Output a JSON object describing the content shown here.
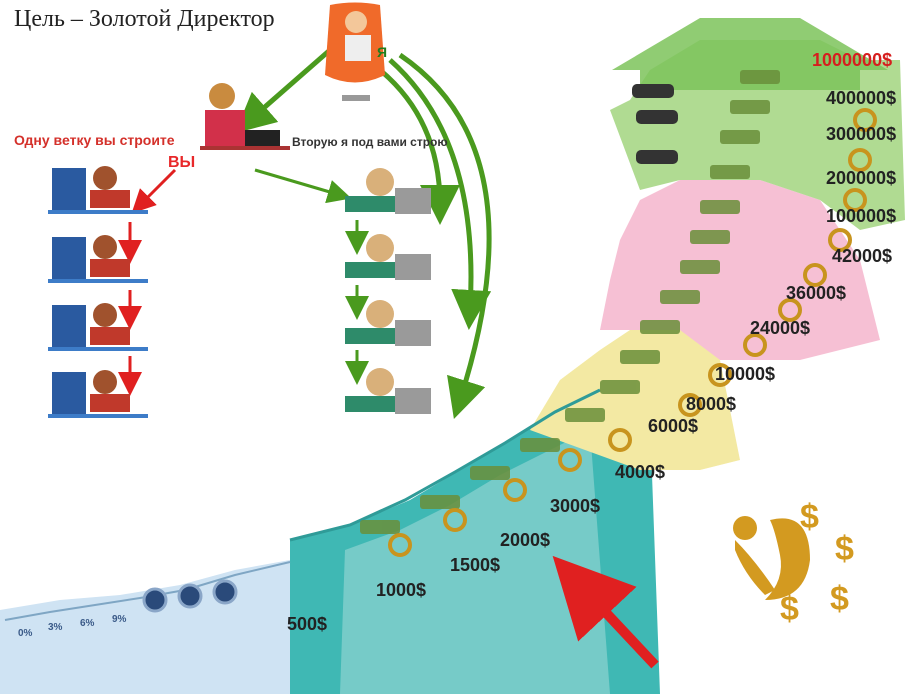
{
  "title": "Цель – Золотой Директор",
  "labels": {
    "left_branch": "Одну ветку вы строите",
    "right_branch": "Вторую я под вами строю",
    "you": "ВЫ",
    "me": "Я"
  },
  "steps": [
    {
      "amount": "500$"
    },
    {
      "amount": "1000$"
    },
    {
      "amount": "1500$"
    },
    {
      "amount": "2000$"
    },
    {
      "amount": "3000$"
    },
    {
      "amount": "4000$"
    },
    {
      "amount": "6000$"
    },
    {
      "amount": "8000$"
    },
    {
      "amount": "10000$"
    },
    {
      "amount": "24000$"
    },
    {
      "amount": "36000$"
    },
    {
      "amount": "42000$"
    },
    {
      "amount": "100000$"
    },
    {
      "amount": "200000$"
    },
    {
      "amount": "300000$"
    },
    {
      "amount": "400000$"
    },
    {
      "amount": "1000000$"
    }
  ],
  "low_steps": [
    "0%",
    "3%",
    "6%",
    "9%"
  ],
  "colors": {
    "green_arrow": "#4a9a1e",
    "red_arrow": "#e02020",
    "stair_blue": "#bcd9ee",
    "stair_teal": "#38b3b0",
    "stair_yellow": "#f2e8a0",
    "stair_pink": "#f4b8cf",
    "stair_green": "#a9d98a",
    "gold": "#c8941e"
  }
}
